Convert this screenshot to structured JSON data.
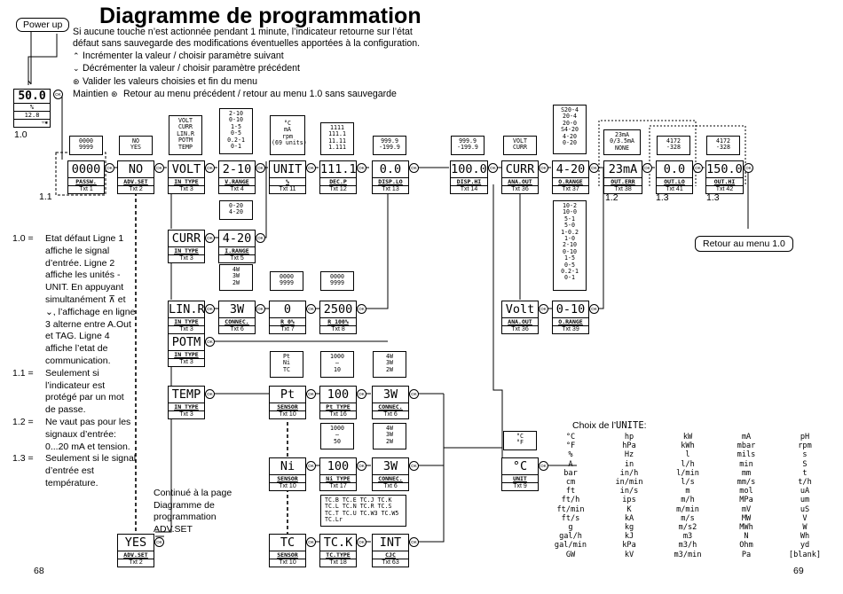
{
  "title": "Diagramme de programmation",
  "intro": {
    "line1": "Si aucune touche n’est actionnée pendant 1 minute, l’indicateur retourne sur l’état défaut sans sauvegarde des modifications éventuelles apportées à la configuration.",
    "up": "Incrémenter la valeur / choisir paramètre suivant",
    "down": "Décrémenter la valeur / choisir paramètre précédent",
    "ok": "Valider les valeurs choisies et fin du menu",
    "hold_a": "Maintien",
    "hold_b": "Retour au menu précédent / retour au menu 1.0 sans sauvegarde"
  },
  "icons": {
    "up": "chevron-up-circle-icon",
    "down": "chevron-down-icon",
    "ok": "ok-circle-icon"
  },
  "power_up": "Power up",
  "default_display": {
    "value": "50.0",
    "unit": "%",
    "bar": "12.8",
    "status": "☼✱",
    "label": "1.0"
  },
  "labels": {
    "l11": "1.1",
    "l12": "1.2",
    "l13a": "1.3",
    "l13b": "1.3"
  },
  "return_menu": "Retour au menu 1.0",
  "continued": "Continué à la page Diagramme de programmation ADV.SET",
  "legend": [
    {
      "k": "1.0 =",
      "v": "Etat défaut Ligne 1 affiche le signal d’entrée. Ligne 2 affiche les unités - UNIT. En appuyant simultanément ⊼ et ⌄, l’affichage en ligne 3 alterne entre A.Out et TAG. Ligne 4 affiche l’etat de communication."
    },
    {
      "k": "1.1 =",
      "v": "Seulement si l’indicateur est protégé par un mot de passe."
    },
    {
      "k": "1.2 =",
      "v": "Ne vaut pas pour les signaux d’entrée: 0...20 mA et tension."
    },
    {
      "k": "1.3 =",
      "v": "Seulement si le signal d’entrée est température."
    }
  ],
  "boxes": {
    "passw": {
      "d": "0000",
      "l": "PASSW.",
      "t": "Txt 1"
    },
    "advset": {
      "d": "NO",
      "l": "ADV.SET",
      "t": "Txt 2"
    },
    "volt": {
      "d": "VOLT",
      "l": "IN TYPE",
      "t": "Txt 3"
    },
    "vrange": {
      "d": "2-10",
      "l": "V.RANGE",
      "t": "Txt 4"
    },
    "unit": {
      "d": "UNIT",
      "l": "%",
      "t": "Txt 11"
    },
    "decp": {
      "d": "111.1",
      "l": "DEC.P",
      "t": "Txt 12"
    },
    "displo": {
      "d": "0.0",
      "l": "DISP.LO",
      "t": "Txt 13"
    },
    "disphi": {
      "d": "100.0",
      "l": "DISP.HI",
      "t": "Txt 14"
    },
    "anaout": {
      "d": "CURR",
      "l": "ANA.OUT",
      "t": "Txt 36"
    },
    "orange": {
      "d": "4-20",
      "l": "O.RANGE",
      "t": "Txt 37"
    },
    "outerr": {
      "d": "23mA",
      "l": "OUT.ERR",
      "t": "Txt 38"
    },
    "outlo": {
      "d": "0.0",
      "l": "OUT.LO",
      "t": "Txt 41"
    },
    "outhi": {
      "d": "150.0",
      "l": "OUT.HI",
      "t": "Txt 42"
    },
    "curr": {
      "d": "CURR",
      "l": "IN TYPE",
      "t": "Txt 3"
    },
    "irange": {
      "d": "4-20",
      "l": "I.RANGE",
      "t": "Txt 5"
    },
    "linr": {
      "d": "LIN.R",
      "l": "IN TYPE",
      "t": "Txt 3"
    },
    "connec6": {
      "d": "3W",
      "l": "CONNEC.",
      "t": "Txt 6"
    },
    "r0": {
      "d": "0",
      "l": "R 0%",
      "t": "Txt 7"
    },
    "r100": {
      "d": "2500",
      "l": "R 100%",
      "t": "Txt 8"
    },
    "potm": {
      "d": "POTM",
      "l": "IN TYPE",
      "t": "Txt 3"
    },
    "temp": {
      "d": "TEMP",
      "l": "IN TYPE",
      "t": "Txt 3"
    },
    "sensor1": {
      "d": "Pt",
      "l": "SENSOR",
      "t": "Txt 10"
    },
    "pttype": {
      "d": "100",
      "l": "Pt TYPE",
      "t": "Txt 16"
    },
    "connec_pt": {
      "d": "3W",
      "l": "CONNEC.",
      "t": "Txt 6"
    },
    "sensor2": {
      "d": "Ni",
      "l": "SENSOR",
      "t": "Txt 10"
    },
    "nitype": {
      "d": "100",
      "l": "Ni TYPE",
      "t": "Txt 17"
    },
    "connec_ni": {
      "d": "3W",
      "l": "CONNEC.",
      "t": "Txt 6"
    },
    "sensor3": {
      "d": "TC",
      "l": "SENSOR",
      "t": "Txt 10"
    },
    "tctype": {
      "d": "TC.K",
      "l": "TC.TYPE",
      "t": "Txt 18"
    },
    "cjc": {
      "d": "INT",
      "l": "CJC",
      "t": "Txt 63"
    },
    "unitc": {
      "d": "°C",
      "l": "UNIT",
      "t": "Txt 9"
    },
    "anaout2": {
      "d": "Volt",
      "l": "ANA.OUT",
      "t": "Txt 36"
    },
    "vrange2": {
      "d": "0-10",
      "l": "O.RANGE",
      "t": "Txt 39"
    },
    "yes": {
      "d": "YES",
      "l": "ADV.SET",
      "t": "Txt 2"
    }
  },
  "options": {
    "passw": [
      "0000",
      "9999"
    ],
    "advset": [
      "NO",
      "YES"
    ],
    "volt": [
      "VOLT",
      "CURR",
      "LIN.R",
      "POTM",
      "TEMP"
    ],
    "vrange": [
      "2-10",
      "0-10",
      "1-5",
      "0-5",
      "0.2-1",
      "0-1"
    ],
    "unit": [
      "°C",
      "mA",
      "rpm",
      "(69 units)"
    ],
    "decp": [
      "1111",
      "111.1",
      "11.11",
      "1.111"
    ],
    "displo": [
      "999.9",
      "-199.9"
    ],
    "disphi": [
      "999.9",
      "-199.9"
    ],
    "anaout": [
      "VOLT",
      "CURR"
    ],
    "orange": [
      "S20-4",
      "20-4",
      "20-0",
      "S4-20",
      "4-20",
      "0-20"
    ],
    "outerr": [
      "23mA",
      "0/3.5mA",
      "NONE"
    ],
    "outlo": [
      "4172",
      "-328"
    ],
    "outhi": [
      "4172",
      "-328"
    ],
    "irange": [
      "0-20",
      "4-20"
    ],
    "connec": [
      "4W",
      "3W",
      "2W"
    ],
    "r0": [
      "0000",
      "9999"
    ],
    "r100": [
      "0000",
      "9999"
    ],
    "sensor": [
      "Pt",
      "Ni",
      "TC"
    ],
    "pttype": [
      "1000",
      "–",
      "10"
    ],
    "connec_pt": [
      "4W",
      "3W",
      "2W"
    ],
    "nitype": [
      "1000",
      "–",
      "50"
    ],
    "connec_ni": [
      "4W",
      "3W",
      "2W"
    ],
    "tctype": [
      "TC.B TC.E TC.J TC.K",
      "TC.L TC.N TC.R TC.S",
      "TC.T TC.U TC.W3 TC.W5",
      "TC.Lr"
    ],
    "unitc": [
      "°C",
      "°F"
    ],
    "vrange2": [
      "10-2",
      "10-0",
      "5-1",
      "5-0",
      "1-0.2",
      "1-0",
      "2-10",
      "0-10",
      "1-5",
      "0-5",
      "0.2-1",
      "0-1"
    ]
  },
  "units_title_a": "Choix de l’",
  "units_title_b": "UNITE",
  "units_title_c": ":",
  "units": [
    "°C",
    "hp",
    "kW",
    "mA",
    "pH",
    "°F",
    "hPa",
    "kWh",
    "mbar",
    "rpm",
    "%",
    "Hz",
    "l",
    "mils",
    "s",
    "A",
    "in",
    "l/h",
    "min",
    "S",
    "bar",
    "in/h",
    "l/min",
    "mm",
    "t",
    "cm",
    "in/min",
    "l/s",
    "mm/s",
    "t/h",
    "ft",
    "in/s",
    "m",
    "mol",
    "uA",
    "ft/h",
    "ips",
    "m/h",
    "MPa",
    "um",
    "ft/min",
    "K",
    "m/min",
    "mV",
    "uS",
    "ft/s",
    "kA",
    "m/s",
    "MW",
    "V",
    "g",
    "kg",
    "m/s2",
    "MWh",
    "W",
    "gal/h",
    "kJ",
    "m3",
    "N",
    "Wh",
    "gal/min",
    "kPa",
    "m3/h",
    "Ohm",
    "yd",
    "GW",
    "kV",
    "m3/min",
    "Pa",
    "[blank]"
  ],
  "page_left": "68",
  "page_right": "69"
}
